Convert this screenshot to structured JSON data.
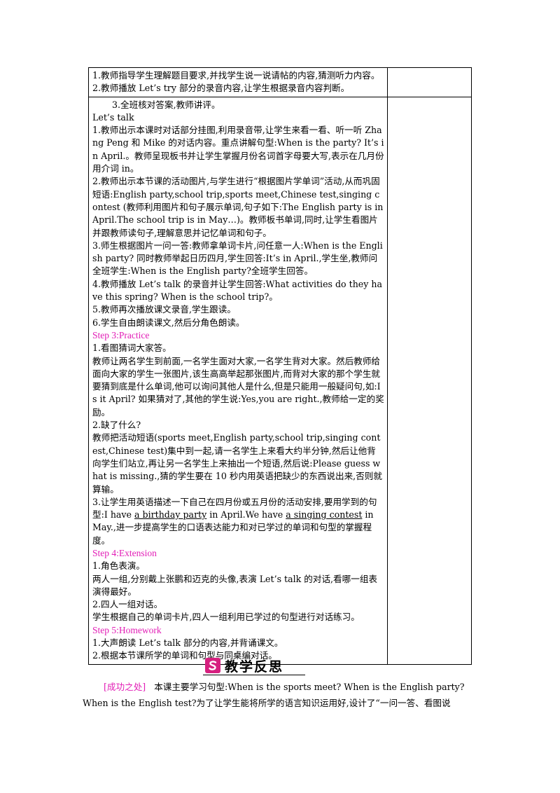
{
  "table": {
    "row1": [
      "1.教师指导学生理解题目要求,并找学生说一说请帖的内容,猜测听力内容。",
      "2.教师播放 Let’s try 部分的录音内容,让学生根据录音内容判断。"
    ],
    "row2": {
      "lines": [
        "3.全班核对答案,教师讲评。",
        "Let’s talk",
        "1.教师出示本课时对话部分挂图,利用录音带,让学生来看一看、听一听 Zhang Peng 和 Mike 的对话内容。重点讲解句型:When is the party? It’s in April.。教师呈现板书并让学生掌握月份名词首字母要大写,表示在几月份用介词 in。",
        "2.教师出示本节课的活动图片,与学生进行“根据图片学单词”活动,从而巩固短语:English party,school trip,sports meet,Chinese test,singing contest (教师利用图片和句子展示单词,句子如下:The English party is in April.The school trip is in May…)。教师板书单词,同时,让学生看图片并跟教师读句子,理解意思并记忆单词和句子。",
        "3.师生根据图片一问一答:教师拿单词卡片,问任意一人:When is the English party? 同时教师举起日历四月,学生回答:It’s in April.,学生坐,教师问全班学生:When is the English party?全班学生回答。",
        "4.教师播放 Let’s talk 的录音并让学生回答:What activities do they have this spring? When is the school trip?。",
        "5.教师再次播放课文录音,学生跟读。",
        "6.学生自由朗读课文,然后分角色朗读。"
      ],
      "step3": "Step 3:Practice",
      "practice": [
        "1.看图猜词大家答。",
        "教师让两名学生到前面,一名学生面对大家,一名学生背对大家。然后教师给面向大家的学生一张图片,该生高高举起那张图片,而背对大家的那个学生就要猜到底是什么单词,他可以询问其他人是什么,但是只能用一般疑问句,如:Is it April? 如果猜对了,其他的学生说:Yes,you are right.,教师给一定的奖励。",
        "2.缺了什么?",
        "教师把活动短语(sports meet,English party,school trip,singing contest,Chinese test)集中到一起,请一名学生上来看大约半分钟,然后让他背向学生们站立,再让另一名学生上来抽出一个短语,然后说:Please guess what is missing.,猜的学生要在 10 秒内用英语把缺少的东西说出来,否则就算输。"
      ],
      "item3": {
        "a": "3.让学生用英语描述一下自己在四月份或五月份的活动安排,要用学到的句型:I have ",
        "u1": "a birthday party",
        "b": " in April.We have ",
        "u2": "a singing contest",
        "c": " in May.,进一步提高学生的口语表达能力和对已学过的单词和句型的掌握程度。"
      },
      "step4": "Step 4:Extension",
      "extension": [
        "1.角色表演。",
        "两人一组,分别戴上张鹏和迈克的头像,表演 Let’s talk 的对话,看哪一组表演得最好。",
        "2.四人一组对话。",
        "学生根据自己的单词卡片,四人一组利用已学过的句型进行对话练习。"
      ],
      "step5": "Step 5:Homework",
      "homework": [
        "1.大声朗读 Let’s talk 部分的内容,并背诵课文。",
        "2.根据本节课所学的单词和句型与同桌编对话。"
      ]
    }
  },
  "reflection": {
    "title": "教学反思",
    "tag": "[成功之处]",
    "line1": "本课主要学习句型:When is the sports meet? When is the English party?",
    "line2": "When is the English test?为了让学生能将所学的语言知识运用好,设计了“一问一答、看图说"
  },
  "colors": {
    "accent": "#e21db6",
    "badge": "#d6207f"
  }
}
